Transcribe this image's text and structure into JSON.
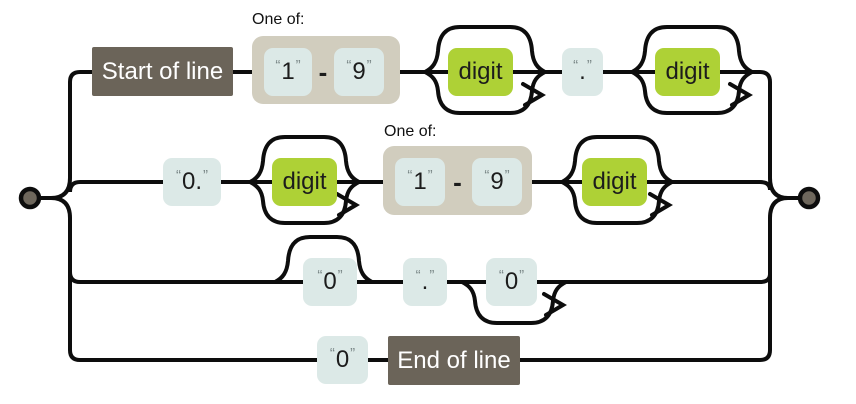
{
  "diagram_type": "railroad-syntax-diagram",
  "quotes": {
    "open": "“",
    "close": "”"
  },
  "colors": {
    "line": "#0d0d0d",
    "anchor_bg": "#6b6459",
    "anchor_text": "#ffffff",
    "literal_bg": "#dce9e7",
    "class_bg": "#aed136",
    "group_bg": "#d1cdbe",
    "quote_text": "#7b8888",
    "terminal_fill": "#6e675c"
  },
  "rows": {
    "row1": {
      "anchor": "Start of line",
      "group": {
        "label": "One of:",
        "low": "1",
        "dash": "-",
        "high": "9"
      },
      "digit1": "digit",
      "dot": ".",
      "digit2": "digit"
    },
    "row2": {
      "zero_dot": "0.",
      "digit1": "digit",
      "group": {
        "label": "One of:",
        "low": "1",
        "dash": "-",
        "high": "9"
      },
      "digit2": "digit"
    },
    "row3": {
      "zero1": "0",
      "dot": ".",
      "zero2": "0"
    },
    "row4": {
      "zero": "0",
      "anchor": "End of line"
    }
  }
}
